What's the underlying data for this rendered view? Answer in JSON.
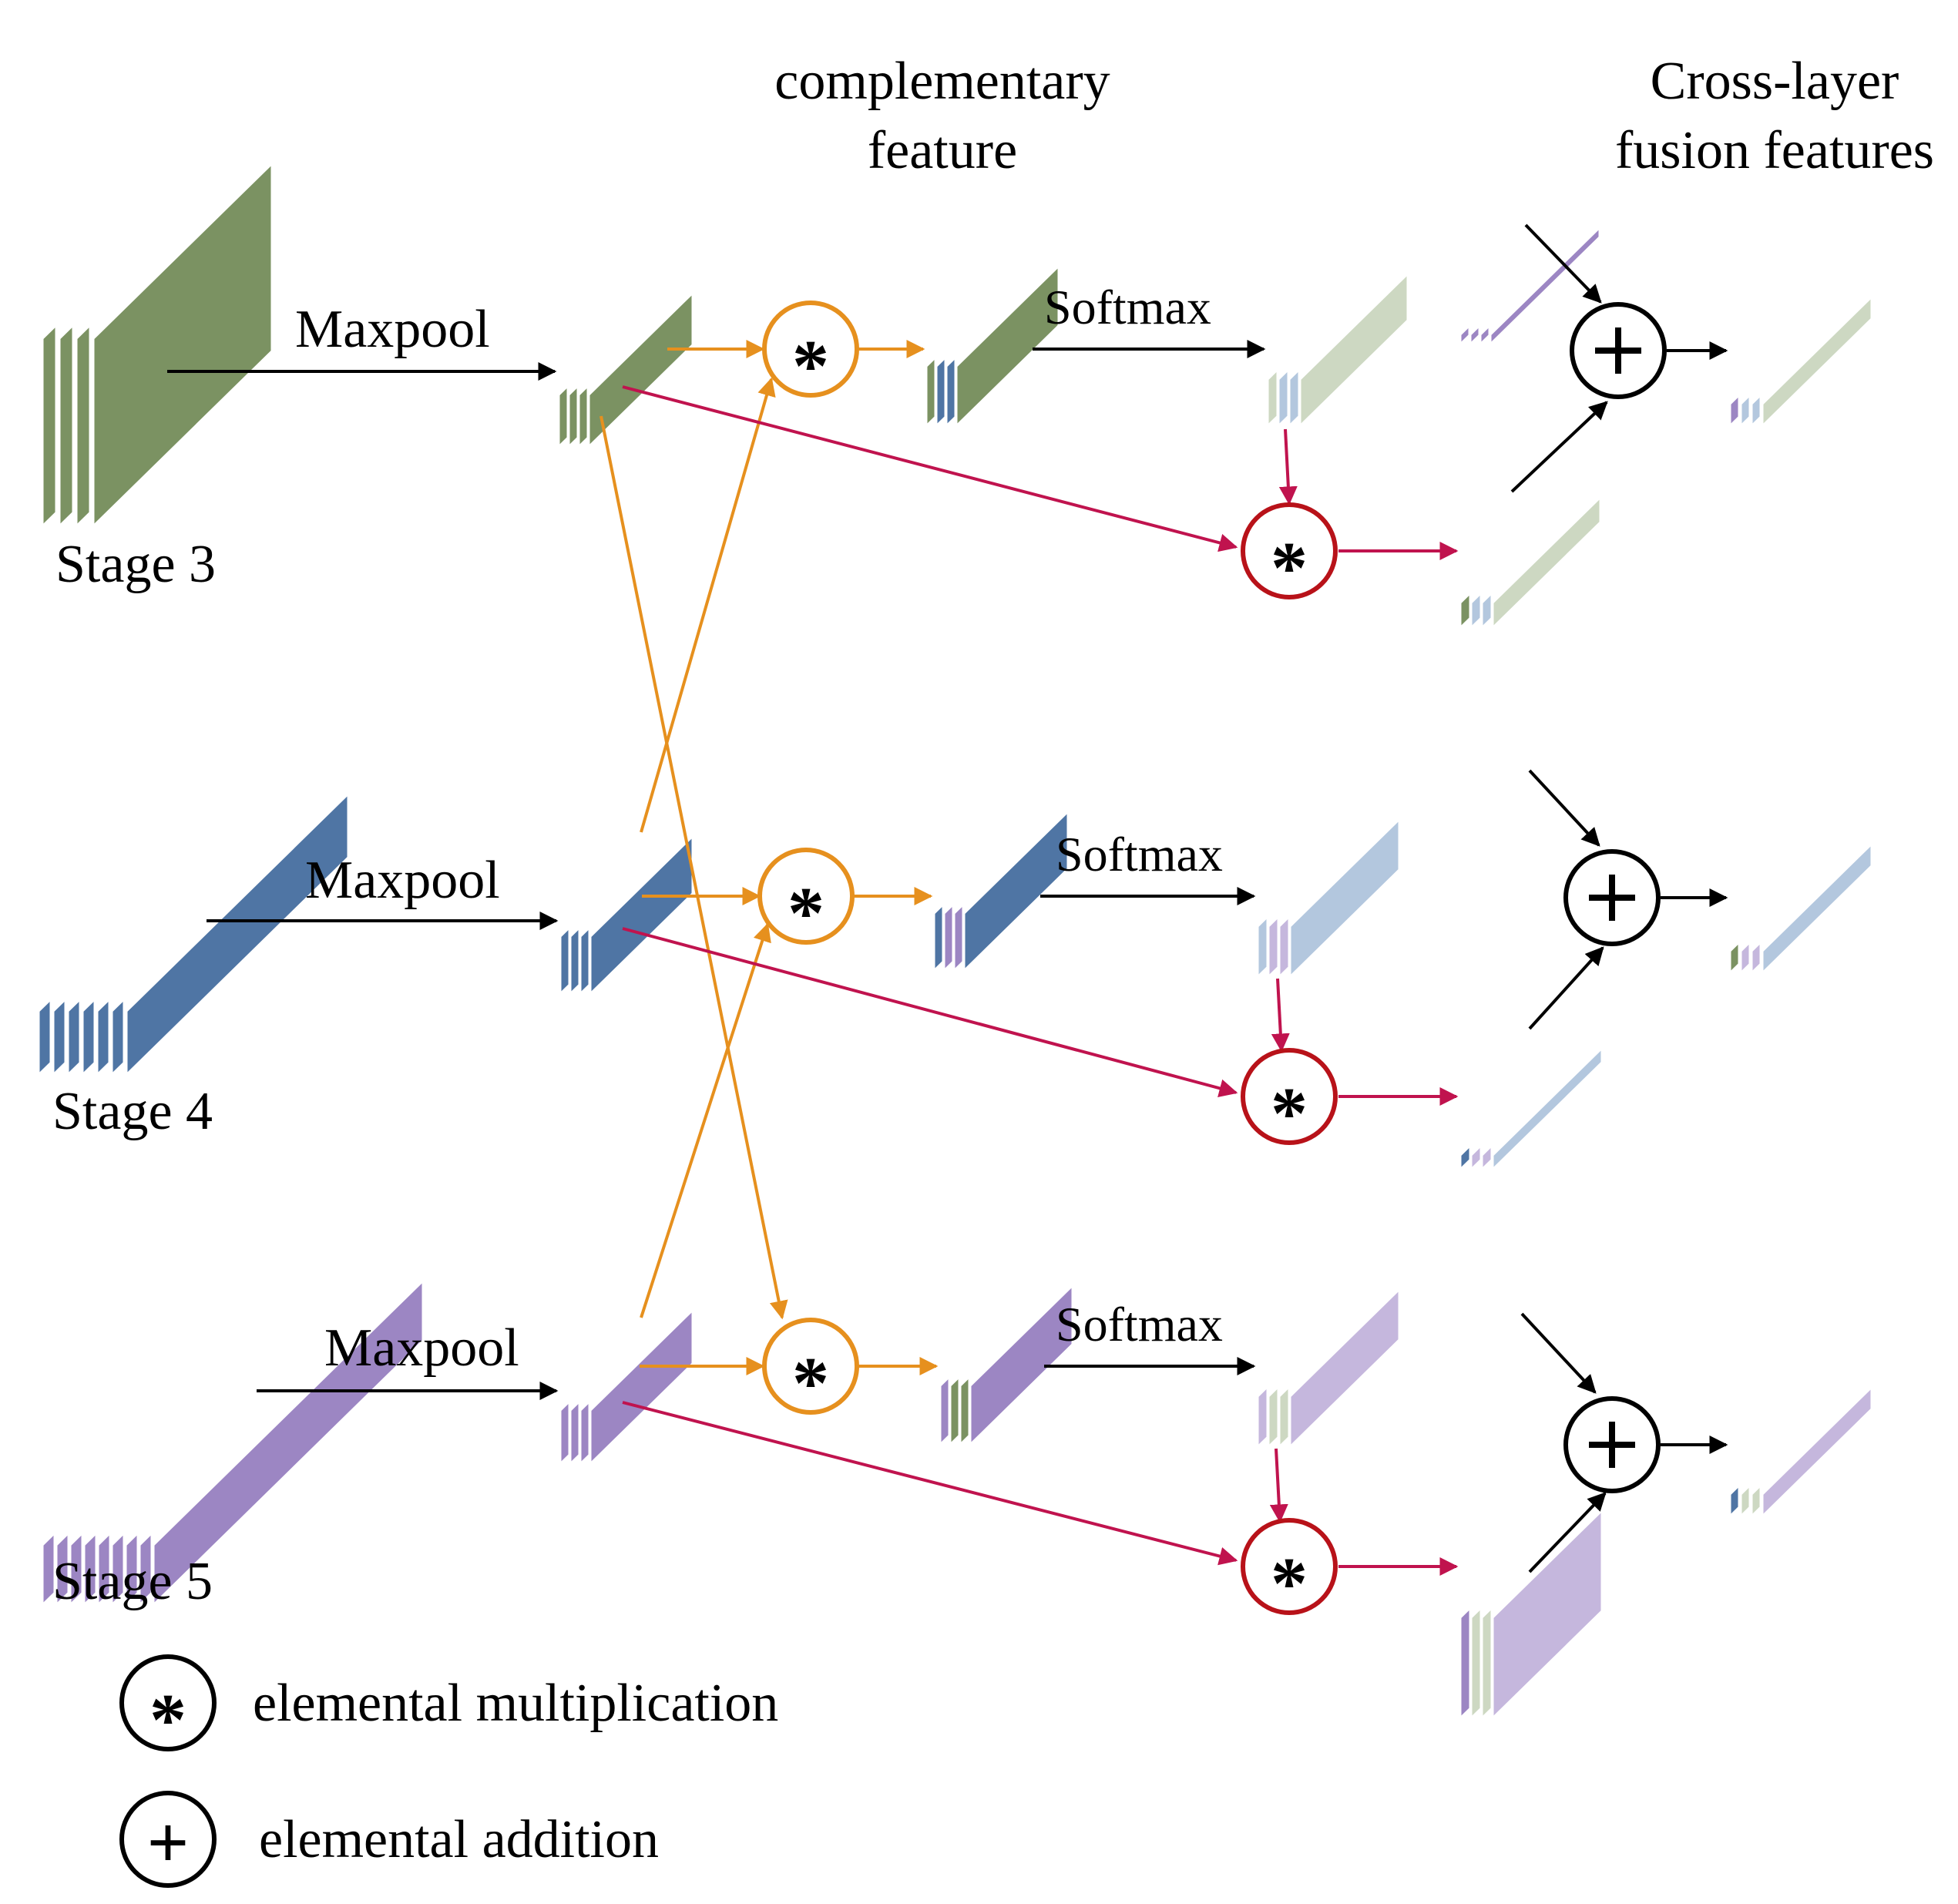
{
  "title": {
    "complementary_line1": "complementary",
    "complementary_line2": "feature",
    "crosslayer_line1": "Cross-layer",
    "crosslayer_line2": "fusion features"
  },
  "stages": [
    {
      "label": "Stage 3",
      "pool_label": "Maxpool",
      "softmax_label": "Softmax"
    },
    {
      "label": "Stage 4",
      "pool_label": "Maxpool",
      "softmax_label": "Softmax"
    },
    {
      "label": "Stage 5",
      "pool_label": "Maxpool",
      "softmax_label": "Softmax"
    }
  ],
  "legend": {
    "mult_symbol": "*",
    "mult_label": "elemental multiplication",
    "add_symbol": "+",
    "add_label": "elemental addition"
  },
  "colors": {
    "green": "#7B9262",
    "blue": "#4F75A4",
    "purple": "#9C86C3",
    "light_green": "#CDD8C2",
    "light_blue": "#B3C7DE",
    "light_purple": "#C5B7DD",
    "orange": "#E6901E",
    "crimson": "#C0134E",
    "dark_red": "#B81219",
    "black": "#000000"
  }
}
